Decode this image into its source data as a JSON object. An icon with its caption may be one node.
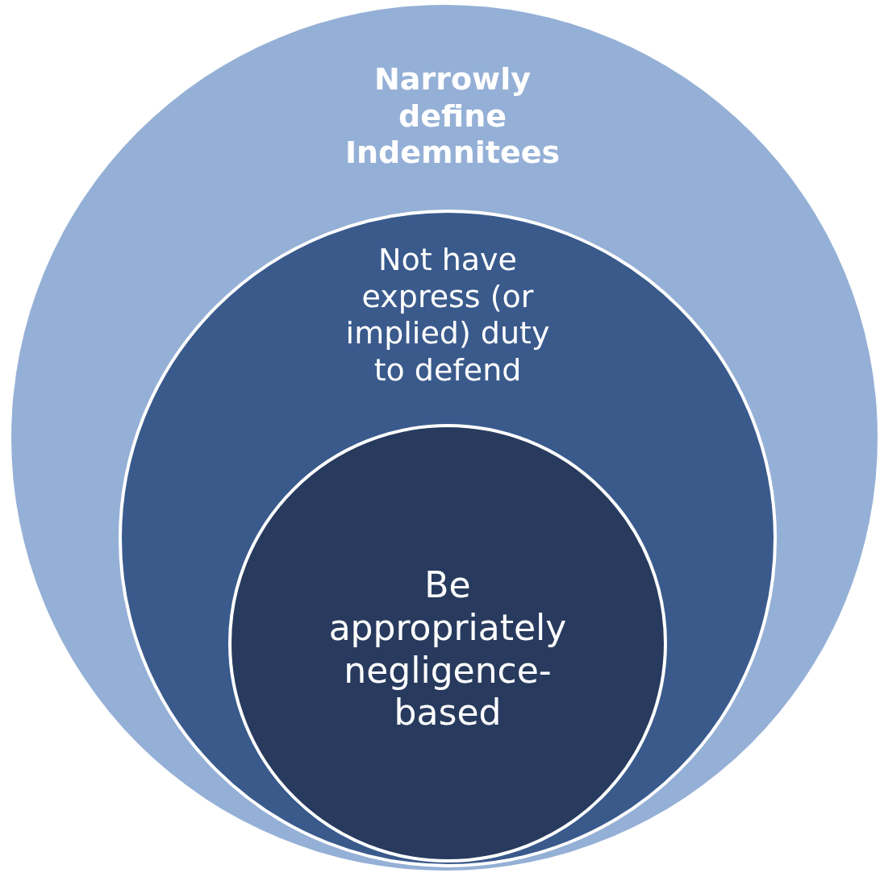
{
  "diagram": {
    "nodes": [
      {
        "text": [
          "Narrowly define Indemnitees"
        ]
      },
      {
        "text": [
          "Not have express (or implied) duty to defend"
        ],
        "in": 0
      },
      {
        "text": [
          "Be appropriately negligence-based"
        ],
        "in": 1
      }
    ]
  }
}
